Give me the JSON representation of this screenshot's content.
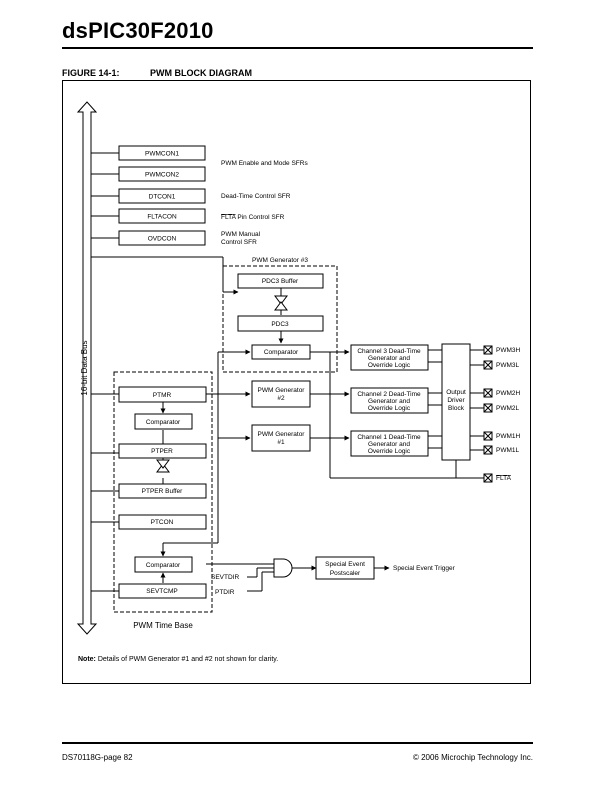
{
  "header": {
    "title": "dsPIC30F2010"
  },
  "figure": {
    "label": "FIGURE 14-1:",
    "title": "PWM BLOCK DIAGRAM"
  },
  "diagram": {
    "bus_label": "16-bit Data Bus",
    "sfr_boxes": [
      "PWMCON1",
      "PWMCON2",
      "DTCON1",
      "FLTACON",
      "OVDCON"
    ],
    "sfr_notes": {
      "pwm_enable": "PWM Enable and Mode SFRs",
      "dead_time": "Dead-Time Control SFR",
      "flta_pre": "FLTA",
      "flta_post": " Pin Control SFR",
      "manual_1": "PWM Manual",
      "manual_2": "Control SFR"
    },
    "gen3": {
      "title": "PWM Generator #3",
      "buffer": "PDC3 Buffer",
      "register": "PDC3",
      "comparator": "Comparator"
    },
    "gen2": {
      "line1": "PWM Generator",
      "line2": "#2"
    },
    "gen1": {
      "line1": "PWM Generator",
      "line2": "#1"
    },
    "channels": [
      {
        "line1": "Channel 3 Dead-Time",
        "line2": "Generator and",
        "line3": "Override Logic"
      },
      {
        "line1": "Channel 2 Dead-Time",
        "line2": "Generator and",
        "line3": "Override Logic"
      },
      {
        "line1": "Channel 1 Dead-Time",
        "line2": "Generator and",
        "line3": "Override Logic"
      }
    ],
    "output_driver": {
      "line1": "Output",
      "line2": "Driver",
      "line3": "Block"
    },
    "pins": [
      "PWM3H",
      "PWM3L",
      "PWM2H",
      "PWM2L",
      "PWM1H",
      "PWM1L",
      "FLTA"
    ],
    "time_base": {
      "ptmr": "PTMR",
      "comparator": "Comparator",
      "ptper": "PTPER",
      "ptper_buffer": "PTPER Buffer",
      "ptcon": "PTCON",
      "comparator2": "Comparator",
      "sevtcmp": "SEVTCMP",
      "label": "PWM Time Base"
    },
    "signals": {
      "sevtdir": "SEVTDIR",
      "ptdir": "PTDIR"
    },
    "postscaler": {
      "line1": "Special Event",
      "line2": "Postscaler"
    },
    "trigger": "Special Event Trigger",
    "note_label": "Note:",
    "note_text": " Details of PWM Generator #1 and #2 not shown for clarity."
  },
  "footer": {
    "left": "DS70118G-page 82",
    "right": "© 2006 Microchip Technology Inc."
  }
}
